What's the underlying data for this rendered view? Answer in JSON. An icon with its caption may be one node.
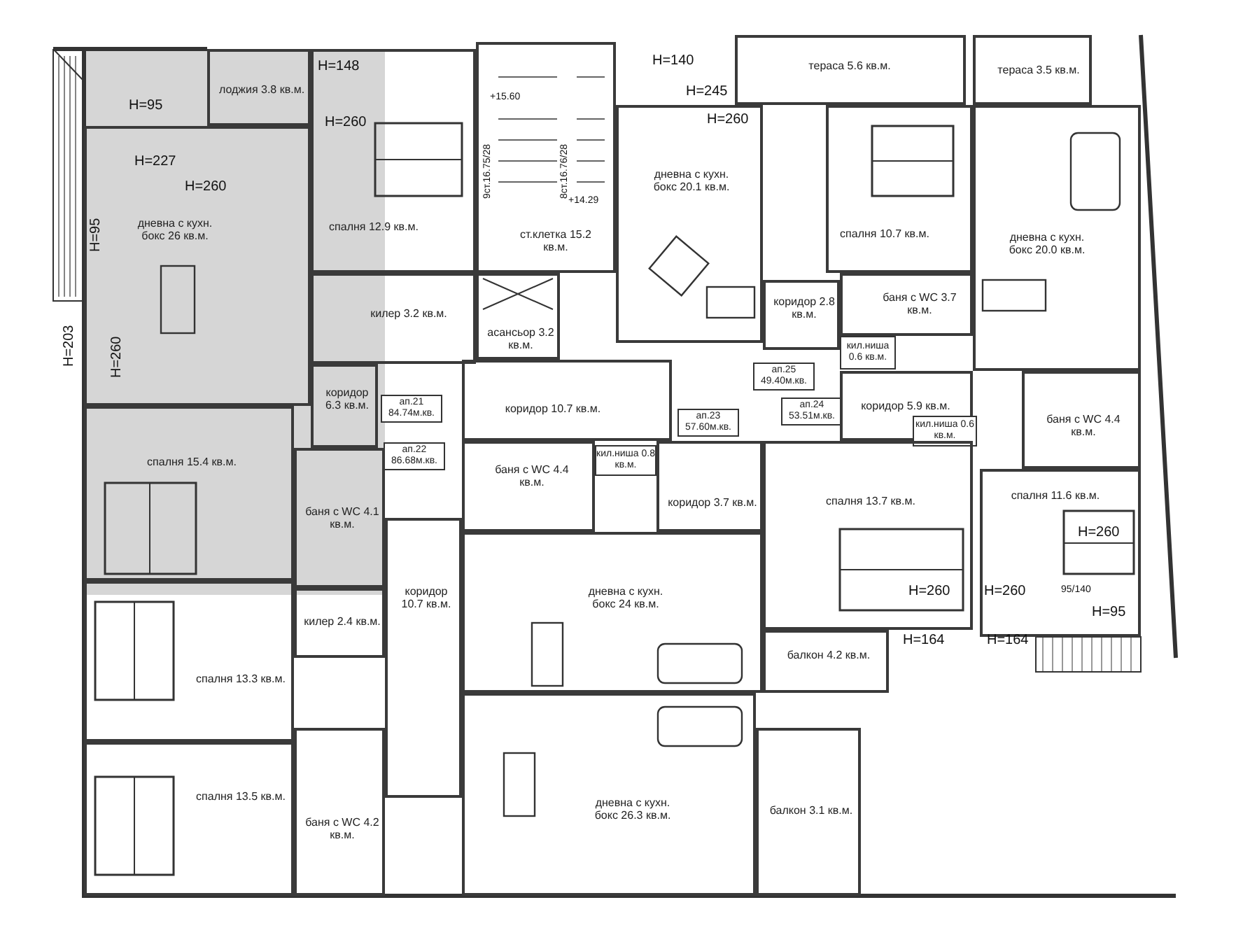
{
  "diagram": {
    "nodes": [
      {
        "text": [
          "лоджия 3.8 кв.м."
        ]
      },
      {
        "text": [
          "дневна с кухн. бокс 26 кв.м."
        ]
      },
      {
        "text": [
          "спалня 12.9 кв.м."
        ]
      },
      {
        "text": [
          "ст.клетка 15.2 кв.м."
        ]
      },
      {
        "text": [
          "дневна с кухн. бокс 20.1 кв.м."
        ]
      },
      {
        "text": [
          "тераса 5.6 кв.м."
        ]
      },
      {
        "text": [
          "тераса 3.5 кв.м."
        ]
      },
      {
        "text": [
          "спалня 10.7 кв.м."
        ]
      },
      {
        "text": [
          "дневна с кухн. бокс 20.0 кв.м."
        ]
      },
      {
        "text": [
          "килер 3.2 кв.м."
        ]
      },
      {
        "text": [
          "асансьор 3.2 кв.м."
        ]
      },
      {
        "text": [
          "коридор 2.8 кв.м."
        ]
      },
      {
        "text": [
          "баня с WC 3.7 кв.м."
        ]
      },
      {
        "text": [
          "кил.ниша 0.6 кв.м."
        ]
      },
      {
        "text": [
          "коридор 6.3 кв.м."
        ]
      },
      {
        "text": [
          "ап.21 84.74м.кв."
        ]
      },
      {
        "text": [
          "ап.25 49.40м.кв."
        ]
      },
      {
        "text": [
          "коридор 10.7 кв.м."
        ]
      },
      {
        "text": [
          "ап.23 57.60м.кв."
        ]
      },
      {
        "text": [
          "ап.24 53.51м.кв."
        ]
      },
      {
        "text": [
          "коридор 5.9 кв.м."
        ]
      },
      {
        "text": [
          "кил.ниша 0.6 кв.м."
        ]
      },
      {
        "text": [
          "ап.22 86.68м.кв."
        ]
      },
      {
        "text": [
          "спалня 15.4 кв.м."
        ]
      },
      {
        "text": [
          "баня с WC 4.4 кв.м."
        ]
      },
      {
        "text": [
          "кил.ниша 0.8 кв.м."
        ]
      },
      {
        "text": [
          "коридор 3.7 кв.м."
        ]
      },
      {
        "text": [
          "спалня 13.7 кв.м."
        ]
      },
      {
        "text": [
          "баня с WC 4.4 кв.м."
        ]
      },
      {
        "text": [
          "спалня 11.6 кв.м."
        ]
      },
      {
        "text": [
          "баня с WC 4.1 кв.м."
        ]
      },
      {
        "text": [
          "коридор 10.7 кв.м."
        ]
      },
      {
        "text": [
          "килер 2.4 кв.м."
        ]
      },
      {
        "text": [
          "дневна с кухн. бокс 24 кв.м."
        ]
      },
      {
        "text": [
          "балкон 4.2 кв.м."
        ]
      },
      {
        "text": [
          "спалня 13.3 кв.м."
        ]
      },
      {
        "text": [
          "спалня 13.5 кв.м."
        ]
      },
      {
        "text": [
          "баня с WC 4.2 кв.м."
        ]
      },
      {
        "text": [
          "дневна с кухн. бокс 26.3 кв.м."
        ]
      },
      {
        "text": [
          "балкон 3.1 кв.м."
        ]
      }
    ],
    "labels": [
      "H=148",
      "H=95",
      "H=227",
      "H=260",
      "H=260",
      "H=95",
      "H=203",
      "H=260",
      "+15.60",
      "9ст.16.75/28",
      "8ст.16.76/28",
      "+14.29",
      "H=140",
      "H=245",
      "H=260",
      "H=260",
      "H=260",
      "H=260",
      "95/140",
      "H=95",
      "H=164",
      "H=164"
    ]
  }
}
